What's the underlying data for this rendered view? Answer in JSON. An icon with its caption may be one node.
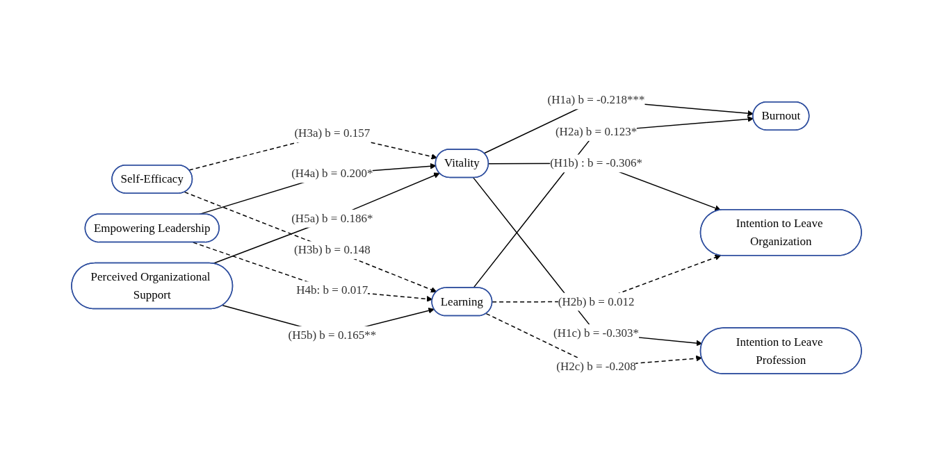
{
  "diagram": {
    "nodes": [
      {
        "text": [
          "Self-Efficacy"
        ]
      },
      {
        "text": [
          "Empowering Leadership"
        ]
      },
      {
        "text": [
          "Perceived Organizational Support"
        ]
      },
      {
        "text": [
          "Vitality"
        ]
      },
      {
        "text": [
          "Learning"
        ]
      },
      {
        "text": [
          "Burnout"
        ]
      },
      {
        "text": [
          "Intention to Leave Organization"
        ]
      },
      {
        "text": [
          "Intention to Leave Profession"
        ]
      }
    ],
    "edges": [
      {
        "from": 0,
        "to": 3,
        "arrow": "to",
        "label": "(H3a) b = 0.157",
        "style": "dashed"
      },
      {
        "from": 0,
        "to": 4,
        "arrow": "to",
        "label": "(H3b) b = 0.148",
        "style": "dashed"
      },
      {
        "from": 1,
        "to": 3,
        "arrow": "to",
        "label": "(H4a) b = 0.200*"
      },
      {
        "from": 1,
        "to": 4,
        "arrow": "to",
        "label": "H4b: b = 0.017",
        "style": "dashed"
      },
      {
        "from": 2,
        "to": 3,
        "arrow": "to",
        "label": "(H5a) b = 0.186*"
      },
      {
        "from": 2,
        "to": 4,
        "arrow": "to",
        "label": "(H5b) b = 0.165**"
      },
      {
        "from": 3,
        "to": 5,
        "arrow": "to",
        "label": "(H1a) b = -0.218***"
      },
      {
        "from": 3,
        "to": 6,
        "arrow": "to",
        "label": "(H1b) : b = -0.306*"
      },
      {
        "from": 3,
        "to": 7,
        "arrow": "to",
        "label": "(H1c) b = -0.303*"
      },
      {
        "from": 4,
        "to": 5,
        "arrow": "to",
        "label": "(H2a) b = 0.123*"
      },
      {
        "from": 4,
        "to": 6,
        "arrow": "to",
        "label": "(H2b) b = 0.012",
        "style": "dashed"
      },
      {
        "from": 4,
        "to": 7,
        "arrow": "to",
        "label": "(H2c) b = -0.208",
        "style": "dashed"
      }
    ]
  }
}
